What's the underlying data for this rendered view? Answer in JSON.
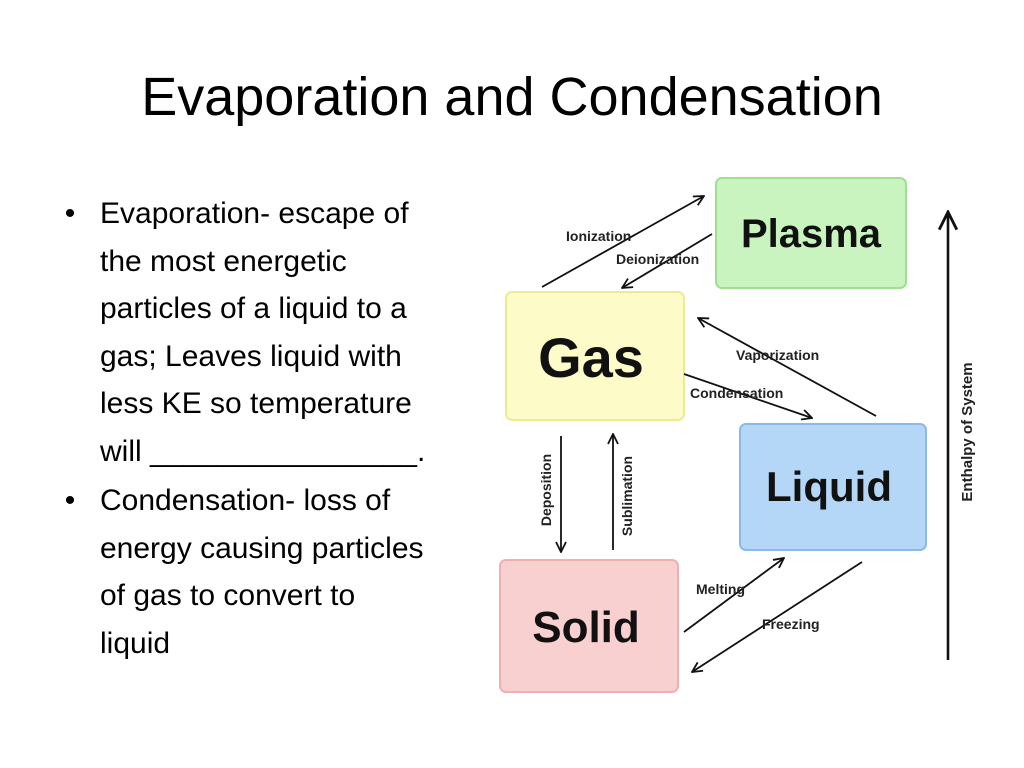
{
  "slide": {
    "title": "Evaporation and Condensation"
  },
  "bullets": [
    {
      "lines": [
        "Evaporation- escape of",
        "the most energetic",
        "particles of a liquid to a",
        "gas; Leaves liquid with",
        "less KE so temperature",
        "will ________________."
      ]
    },
    {
      "lines": [
        "Condensation- loss of",
        "energy causing particles",
        "of gas to convert to",
        "liquid"
      ]
    }
  ],
  "diagram": {
    "states": {
      "plasma": "Plasma",
      "gas": "Gas",
      "liquid": "Liquid",
      "solid": "Solid"
    },
    "transitions": {
      "ionization": "Ionization",
      "deionization": "Deionization",
      "vaporization": "Vaporization",
      "condensation": "Condensation",
      "deposition": "Deposition",
      "sublimation": "Sublimation",
      "melting": "Melting",
      "freezing": "Freezing"
    },
    "axis_label": "Enthalpy of System",
    "colors": {
      "plasma": "#c9f4c0",
      "gas": "#fdfcc8",
      "liquid": "#b4d7f7",
      "solid": "#f9d0d0"
    }
  }
}
